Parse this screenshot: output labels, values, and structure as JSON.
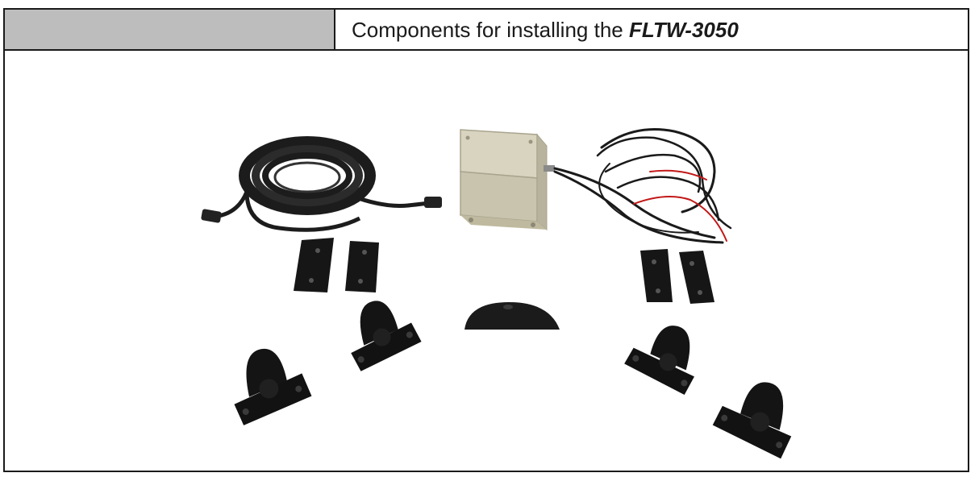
{
  "header": {
    "title_prefix": "Components for installing the",
    "model": "FLTW-3050"
  },
  "image": {
    "components": [
      "coiled-extension-cable",
      "control-box",
      "wiring-harness",
      "mounting-plates-left",
      "mounting-plates-right",
      "sensor-brackets",
      "display-unit"
    ],
    "colors": {
      "box": "#cfcab4",
      "plastic": "#141414",
      "cable_red": "#c21818"
    }
  }
}
